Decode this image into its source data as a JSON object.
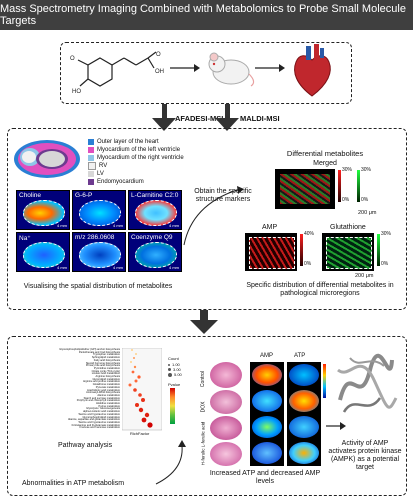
{
  "title": "Mass Spectrometry Imaging Combined with Metabolomics to Probe Small Molecule Targets",
  "methods": {
    "left": "AFADESI-MSI",
    "right": "MALDI-MSI"
  },
  "legend": [
    {
      "label": "Outer layer of the heart",
      "color": "#2a7fd4"
    },
    {
      "label": "Myocardium of the left ventricle",
      "color": "#e04fbf"
    },
    {
      "label": "Myocardium of the right ventricle",
      "color": "#8fc6e8"
    },
    {
      "label": "RV",
      "color": "#f1f1f1"
    },
    {
      "label": "LV",
      "color": "#d7d7d7"
    },
    {
      "label": "Endomyocardium",
      "color": "#6d3a8f"
    }
  ],
  "metabolites": [
    "Choline",
    "G-6-P",
    "L-Carnitine C2:0",
    "Na⁺",
    "m/z 286.0608",
    "Coenzyme Q9"
  ],
  "scale_4mm": "4 mm",
  "text": {
    "visualise": "Visualising the spatial distribution of metabolites",
    "obtain": "Obtain the specific structure markers",
    "diff_title": "Differential metabolites",
    "merged": "Merged",
    "amp": "AMP",
    "glutathione": "Glutathione",
    "pct30": "30%",
    "pct40": "40%",
    "pct0": "0%",
    "scale_200": "200 μm",
    "specific": "Specific distribution of differential metabolites in pathological microregions",
    "pathway": "Pathway analysis",
    "abnorm": "Abnormalities in ATP metabolism",
    "increased": "Increased ATP and decreased AMP levels",
    "activity": "Activity of AMP activates protein kinase (AMPK) as a potential target",
    "control": "Control",
    "dox": "DOX",
    "hfa": "H-ferulic L-ferulic acid",
    "col_amp": "AMP",
    "col_atp": "ATP",
    "count_label": "Count",
    "count_vals": [
      "1.00",
      "3.00",
      "5.00"
    ],
    "pvalue_label": "Pvalue",
    "xaxis": "RichFactor"
  },
  "pathways": [
    "Glycerophospholipid/ether (GPI) anchor biosynthesis",
    "Pantothenate and CoA biosynthesis",
    "Tryptophan metabolism",
    "Sphingolipid metabolism",
    "Fatty acid biosynthesis",
    "Steroid hormone biosynthesis",
    "Primary bile acid biosynthesis",
    "Pyrimidine metabolism",
    "Citrate cycle (TCA cycle)",
    "Linoleic acid metabolism",
    "Arginine biosynthesis",
    "Glycerolipid metabolism",
    "Arginine and proline metabolism",
    "Glutathione metabolism",
    "Pyruvate metabolism",
    "Arachidonic acid metabolism",
    "Aminoacyl-tRNA biosynthesis",
    "Alanine metabolism",
    "Starch and sucrose metabolism",
    "Porphyrin and chlorophyll metabolism",
    "Histidine metabolism",
    "Purine metabolism",
    "Glycolysis / Gluconeogenesis",
    "alpha-Linolenic acid metabolism",
    "Taurine and hypotaurine metabolism",
    "Glycerophospholipid metabolism",
    "Alanine, aspartate and glutamate metabolism",
    "Taurine and hypotaurine metabolism",
    "D-Glutamine and D-glutamate metabolism",
    "Fructose and mannose metabolism"
  ]
}
